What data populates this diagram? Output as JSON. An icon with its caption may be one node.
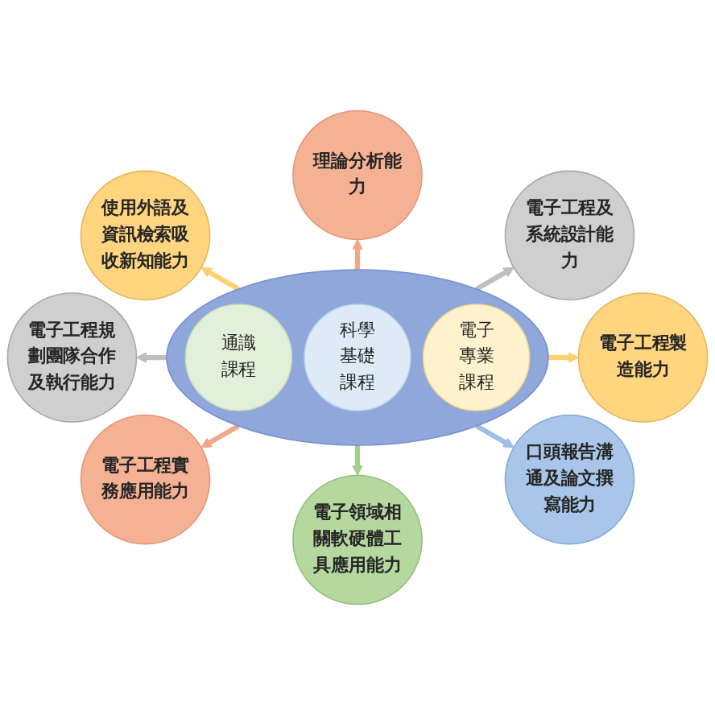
{
  "diagram": {
    "nodes": [
      {
        "text": [],
        "shape": "circle"
      },
      {
        "text": [
          "通識課程"
        ],
        "in": 0
      },
      {
        "text": [
          "科學基礎課程"
        ],
        "in": 0
      },
      {
        "text": [
          "電子專業課程"
        ],
        "in": 0
      },
      {
        "text": [
          "理論分析能力"
        ]
      },
      {
        "text": [
          "電子工程及系統設計能力"
        ]
      },
      {
        "text": [
          "電子工程製造能力"
        ]
      },
      {
        "text": [
          "口頭報告溝通及論文撰寫能力"
        ]
      },
      {
        "text": [
          "電子領域相關軟硬體工具應用能力"
        ]
      },
      {
        "text": [
          "電子工程實務應用能力"
        ]
      },
      {
        "text": [
          "電子工程規劃團隊合作及執行能力"
        ]
      },
      {
        "text": [
          "使用外語及資訊檢索吸收新知能力"
        ]
      }
    ],
    "edges": [
      {
        "from": 0,
        "to": 4,
        "arrow": "to",
        "color": "#f4a88a"
      },
      {
        "from": 0,
        "to": 5,
        "arrow": "to",
        "color": "#bfbfbf"
      },
      {
        "from": 0,
        "to": 6,
        "arrow": "to",
        "color": "#ffd06f"
      },
      {
        "from": 0,
        "to": 7,
        "arrow": "to",
        "color": "#9dc0e8"
      },
      {
        "from": 0,
        "to": 8,
        "arrow": "to",
        "color": "#a6d08a"
      },
      {
        "from": 0,
        "to": 9,
        "arrow": "to",
        "color": "#f4a88a"
      },
      {
        "from": 0,
        "to": 10,
        "arrow": "to",
        "color": "#bfbfbf"
      },
      {
        "from": 0,
        "to": 11,
        "arrow": "to",
        "color": "#ffd06f"
      }
    ]
  }
}
